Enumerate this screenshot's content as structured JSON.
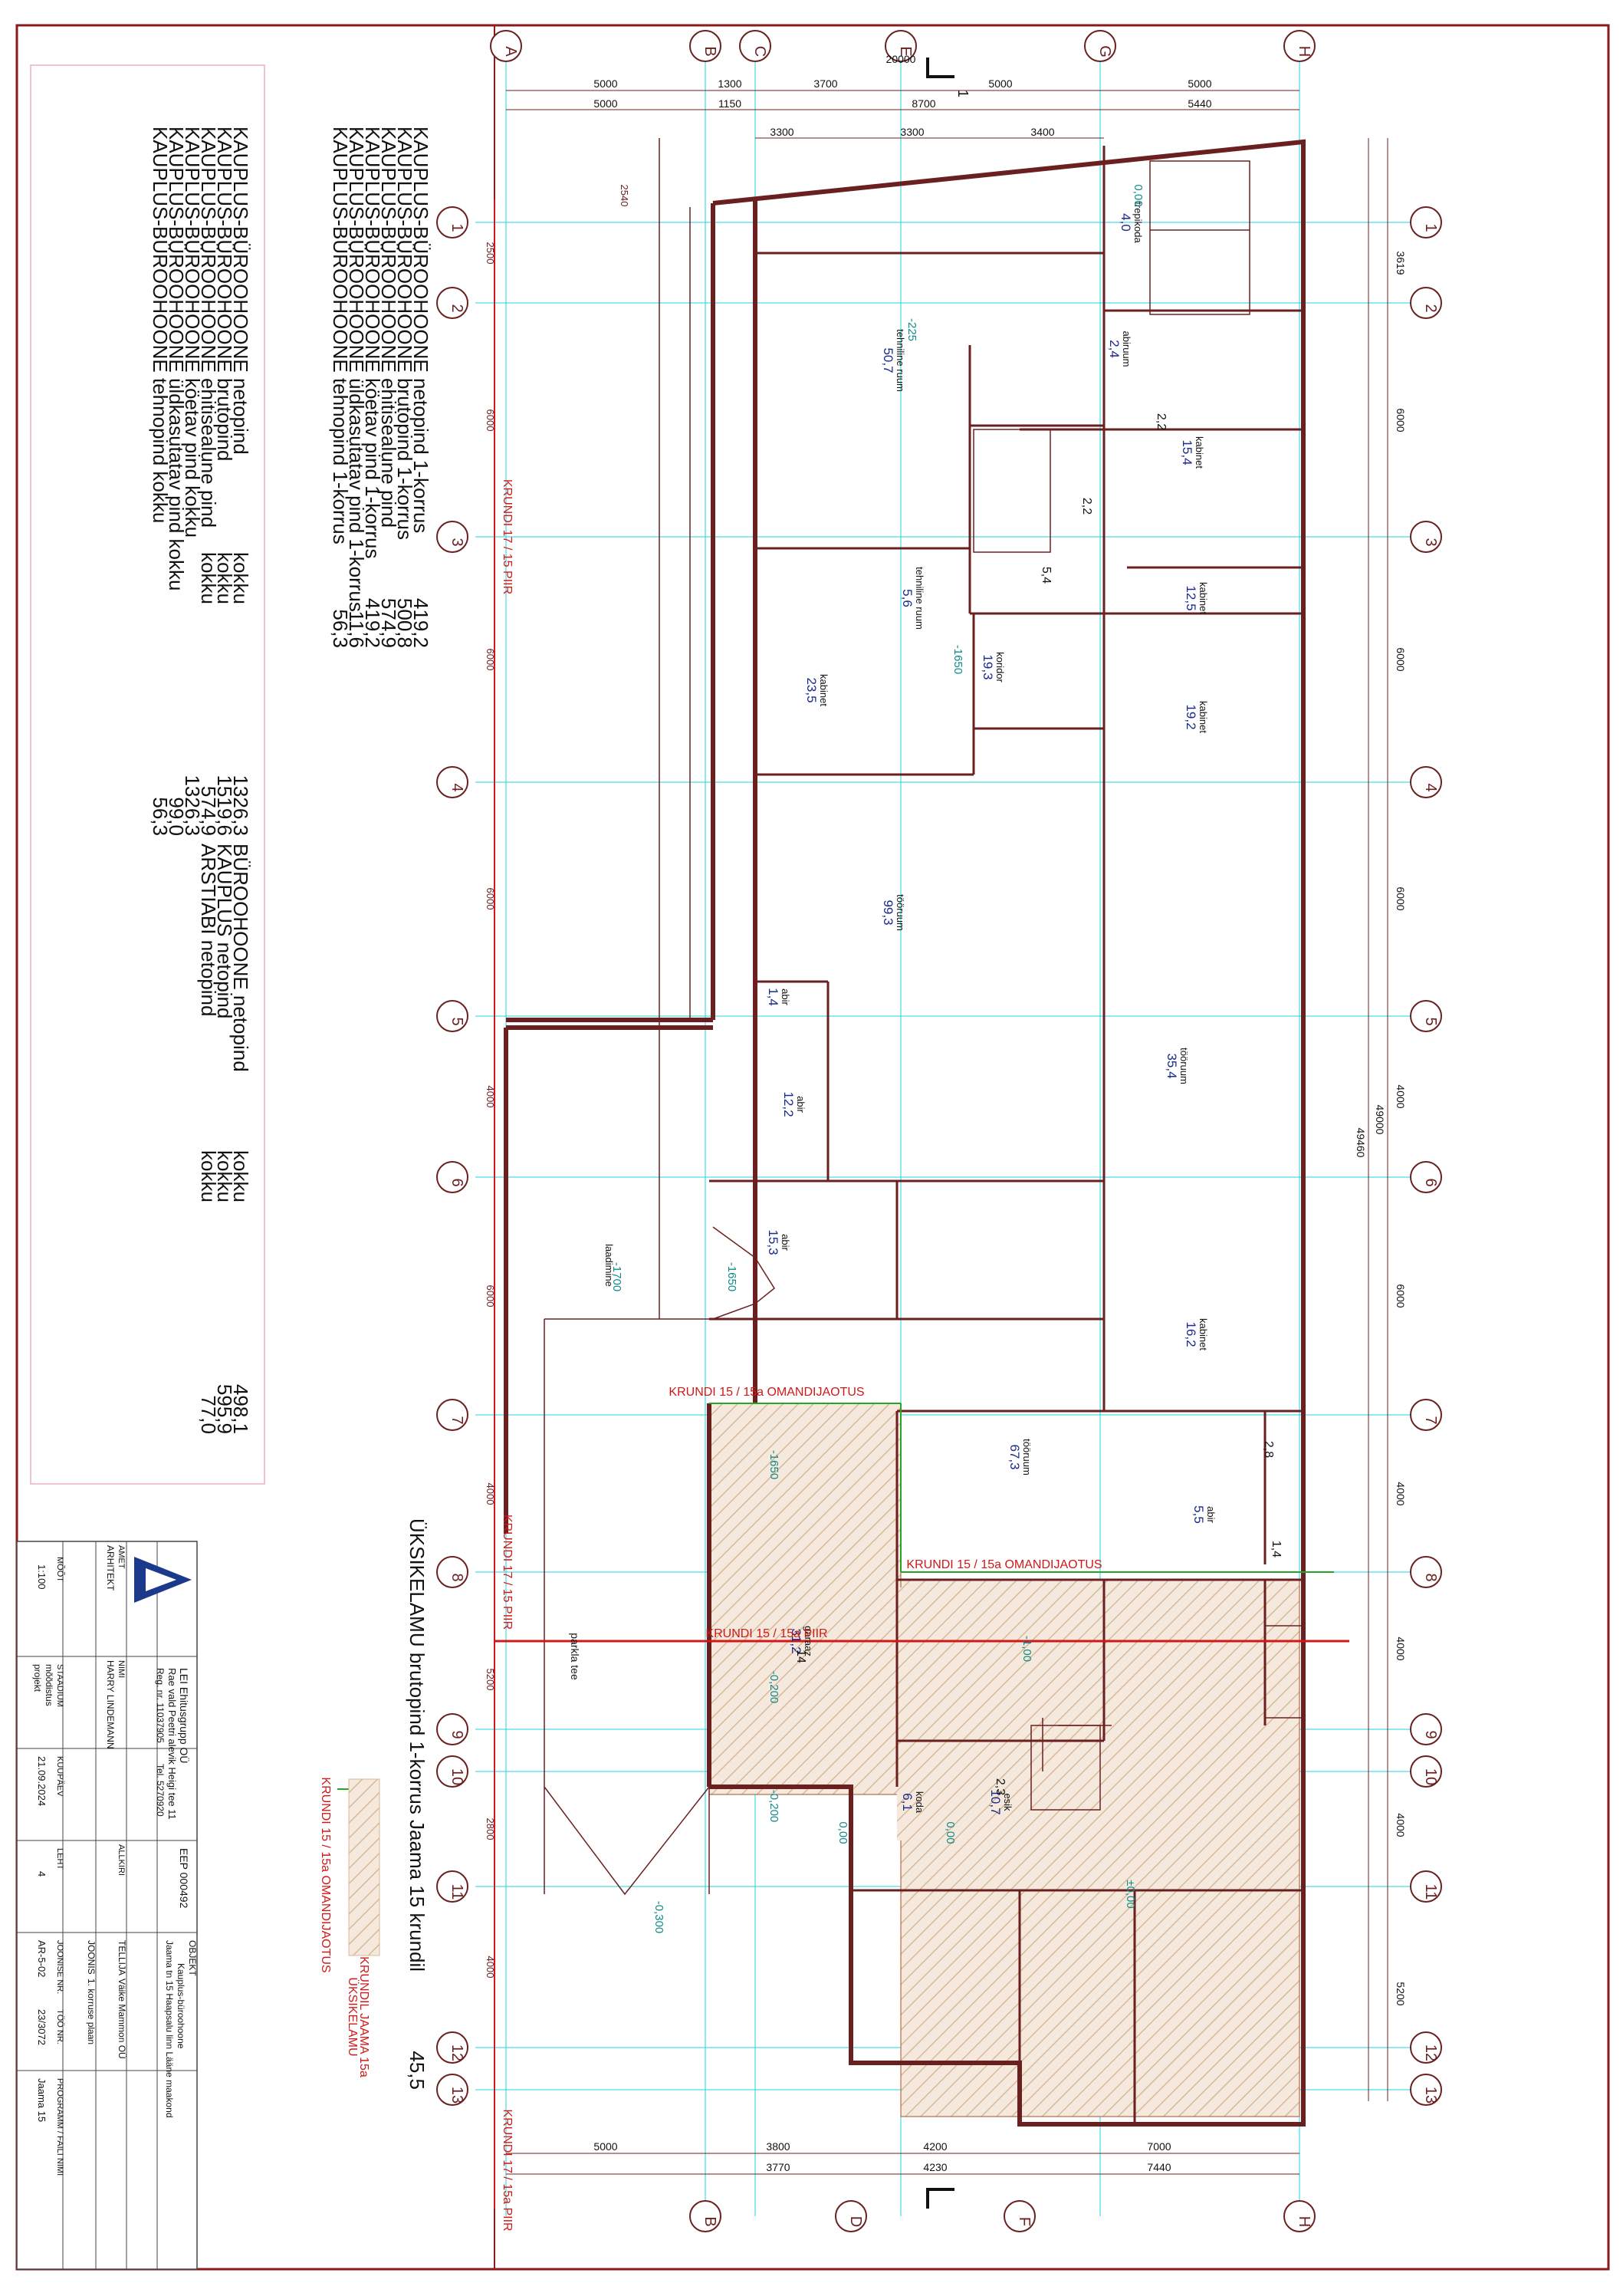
{
  "colors": {
    "frame": "#8b1a1a",
    "wall": "#6b2020",
    "grid": "#1fd3e0",
    "room_name": "#1a2b8c",
    "level": "#0f8a8a",
    "plot_line": "#d01818",
    "green_line": "#26a626",
    "hatch": "#e8d5bf",
    "summary_box": "#e9b0c8"
  },
  "grid_columns_top": [
    "A",
    "B",
    "C",
    "E",
    "G",
    "H"
  ],
  "grid_columns_bottom": [
    "B",
    "D",
    "F",
    "H"
  ],
  "grid_rows": [
    "1",
    "2",
    "3",
    "4",
    "5",
    "6",
    "7",
    "8",
    "9",
    "10",
    "11",
    "12",
    "13"
  ],
  "dims_top_row1": [
    "5000",
    "1300",
    "3700",
    "5000",
    "5000"
  ],
  "dims_top_row2": [
    "5000",
    "1150",
    "8700",
    "5440"
  ],
  "dims_top_row3": [
    "3300",
    "3300",
    "3400"
  ],
  "dims_bottom_row1": [
    "5000",
    "3800",
    "4200",
    "7000"
  ],
  "dims_bottom_row2": [
    "3770",
    "4230",
    "7440"
  ],
  "dims_right_rows": [
    "3619",
    "6000",
    "6000",
    "6000",
    "4000",
    "6000",
    "4000",
    "4000",
    "4000",
    "5200"
  ],
  "dim_right_total_a": "49000",
  "dim_right_total_b": "49460",
  "dims_left_rows": [
    "2500",
    "6000",
    "6000",
    "6000",
    "4000",
    "6000",
    "4000",
    "5200",
    "2800",
    "4000"
  ],
  "dim_top_overall": "20000",
  "dim_left_small": "2540",
  "section_mark": "1",
  "rooms": [
    {
      "name": "trepikoda",
      "area": "4,0"
    },
    {
      "name": "abiruum",
      "area": "2,4"
    },
    {
      "name": "tehniline ruum",
      "area": "50,7"
    },
    {
      "name": "kabinet",
      "area": "15,4"
    },
    {
      "name": "kabinet",
      "area": "12,5"
    },
    {
      "name": "kabinet",
      "area": "19,2"
    },
    {
      "name": "koridor",
      "area": "19,3"
    },
    {
      "name": "tehniline ruum",
      "area": "5,6"
    },
    {
      "name": "kabinet",
      "area": "23,5"
    },
    {
      "name": "tööruum",
      "area": "99,3"
    },
    {
      "name": "tööruum",
      "area": "35,4"
    },
    {
      "name": "abir",
      "area": "1,4"
    },
    {
      "name": "abir",
      "area": "12,2"
    },
    {
      "name": "abir",
      "area": "15,3"
    },
    {
      "name": "laadimine",
      "area": ""
    },
    {
      "name": "kabinet",
      "area": "16,2"
    },
    {
      "name": "tööruum",
      "area": "67,3"
    },
    {
      "name": "abir",
      "area": "5,5"
    },
    {
      "name": "garaaz",
      "area": "31,2"
    },
    {
      "name": "esik",
      "area": "10,7"
    },
    {
      "name": "koda",
      "area": "6,1"
    }
  ],
  "wc_areas": [
    "2,2",
    "2,2",
    "5,4",
    "2,8",
    "1,4",
    "2,3",
    "14"
  ],
  "levels": [
    "0,00",
    "-225",
    "-1650",
    "-1700",
    "-1650",
    "-1650",
    "-1,00",
    "-0,200",
    "-0,200",
    "0,00",
    "0,00",
    "-0,300",
    "±0,00"
  ],
  "plot_labels": [
    "KRUNDI 17 / 15 PIIR",
    "KRUNDI 15 / 15a OMANDIJAOTUS",
    "KRUNDI 15 / 15a OMANDIJAOTUS",
    "KRUNDI 15 / 15a PIIR",
    "KRUNDI 17 / 15 PIIR",
    "KRUNDI 17 / 15a PIIR"
  ],
  "road_label": "parkla tee",
  "summary": {
    "group1_labels": [
      "KAUPLUS-BÜROOHOONE netopind 1-korrus",
      "KAUPLUS-BÜROOHOONE brutopind 1-korrus",
      "KAUPLUS-BÜROOHOONE ehitisealune pind",
      "KAUPLUS-BÜROOHOONE köetav pind 1-korrus",
      "KAUPLUS-BÜROOHOONE üldkasutatav pind 1-korrus",
      "KAUPLUS-BÜROOHOONE tehnopind 1-korrus"
    ],
    "group1_values": [
      "419,2",
      "500,8",
      "574,9",
      "419,2",
      "11,6",
      "56,3"
    ],
    "group2_labels": [
      "KAUPLUS-BÜROOHOONE netopind",
      "KAUPLUS-BÜROOHOONE brutopind",
      "KAUPLUS-BÜROOHOONE ehitisealune pind",
      "KAUPLUS-BÜROOHOONE köetav pind kokku",
      "KAUPLUS-BÜROOHOONE üldkasutatav pind kokku",
      "KAUPLUS-BÜROOHOONE tehnopind kokku"
    ],
    "group2_kokku": [
      "kokku",
      "kokku",
      "kokku",
      "",
      "",
      ""
    ],
    "group2_values": [
      "1326,3",
      "1519,6",
      "574,9",
      "1326,3",
      "99,0",
      "56,3"
    ],
    "group3_labels": [
      "BÜROOHOONE netopind",
      "KAUPLUS netopind",
      "ARSTIABI netopind"
    ],
    "group3_kokku": [
      "kokku",
      "kokku",
      "kokku"
    ],
    "group3_values": [
      "498,1",
      "595,9",
      "77,0"
    ]
  },
  "house": {
    "label": "ÜKSIKELAMU brutopind 1-korrus   Jaama 15 krundil",
    "value": "45,5",
    "legend_line1": "ÜKSIKELAMU",
    "legend_line2": "KRUNDIL JAAMA 15a",
    "legend_line3": "KRUNDI 15 / 15a OMANDIJAOTUS"
  },
  "titleblock": {
    "company": "LEI Ehitusgrupp OÜ",
    "eep": "EEP 000492",
    "address": "Rae vald Peetri alevik Heigi tee 11",
    "regnr": "Reg. nr. 11037905",
    "tel": "Tel. 5270920",
    "amet_h": "AMET",
    "nimi_h": "NIMI",
    "allkiri_h": "ALLKIRI",
    "amet": "ARHITEKT",
    "nimi": "HARRY LINDEMANN",
    "objekt_h": "OBJEKT",
    "objekt1": "Kauplus-büroohoone",
    "objekt2": "Jaama tn 15 Haapsalu linn Lääne maakond",
    "tellija_h": "TELLIJA",
    "tellija": "Väike Mammon OÜ",
    "joonis_h": "JOONIS",
    "joonis": "1. korruse plaan",
    "moot_h": "MÕÕT",
    "moot": "1:100",
    "staadium_h": "STAADIUM",
    "staadium1": "mõõdistus",
    "staadium2": "projekt",
    "kuupaev_h": "KUUPÄEV",
    "kuupaev": "21.09.2024",
    "leht_h": "LEHT",
    "leht": "4",
    "joonise_nr_h": "JOONISE NR.",
    "joonise_nr": "AR-5-02",
    "too_nr_h": "TÖÖ NR.",
    "too_nr": "23/3072",
    "programm_h": "PROGRAMM / FAILI NIMI",
    "programm": "Jaama 15"
  }
}
